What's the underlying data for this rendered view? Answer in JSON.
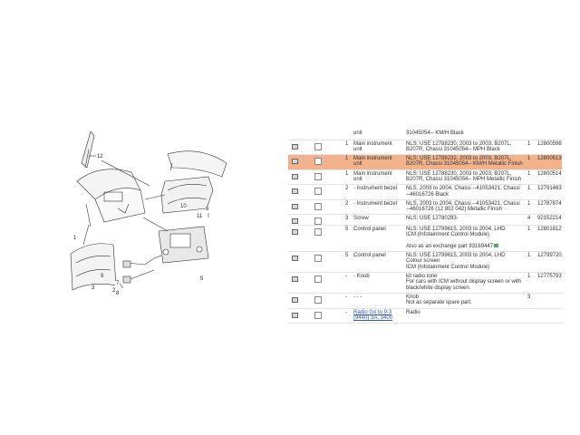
{
  "diagram": {
    "labels": [
      "12",
      "1",
      "10",
      "11",
      "6",
      "7",
      "8",
      "9",
      "3",
      "2",
      "5"
    ]
  },
  "rows": [
    {
      "pos": "",
      "desc": [
        "unit"
      ],
      "note": [
        "31045054-- KM/H Black"
      ],
      "qty": "",
      "part_no": "",
      "hl": false,
      "chk": false,
      "info": false
    },
    {
      "pos": "1",
      "desc": [
        "Main instrument",
        "unit"
      ],
      "note": [
        "NLS: USE 12788230, 2003 to 2003, B207L,",
        "B207R, Chassi 31045054-- MPH Black"
      ],
      "qty": "1",
      "part_no": "12800598",
      "hl": false,
      "chk": true,
      "info": true
    },
    {
      "pos": "1",
      "desc": [
        "Main instrument",
        "unit"
      ],
      "note": [
        "NLS: USE 12788232, 2003 to 2003, B207L,",
        "B207R, Chassi 31045054-- KM/H Metallic Finish"
      ],
      "qty": "1",
      "part_no": "12800513",
      "hl": true,
      "chk": true,
      "info": true
    },
    {
      "pos": "1",
      "desc": [
        "Main instrument",
        "unit"
      ],
      "note": [
        "NLS: USE 12788230, 2003 to 2003, B207L,",
        "B207R, Chassi 31045054-- MPH Metallic Finish"
      ],
      "qty": "1",
      "part_no": "12800514",
      "hl": false,
      "chk": true,
      "info": true
    },
    {
      "pos": "2",
      "desc": [
        "- Instrument bezel"
      ],
      "note": [
        "NLS, 2003 to 2004, Chassi --41053421, Chassi",
        "--46016726 Black"
      ],
      "qty": "1",
      "part_no": "12791463",
      "hl": false,
      "chk": true,
      "info": true
    },
    {
      "pos": "2",
      "desc": [
        "- Instrument bezel"
      ],
      "note": [
        "NLS, 2003 to 2004, Chassi --41053421, Chassi",
        "--46016726 (12 802 042) Metallic Finish"
      ],
      "qty": "1",
      "part_no": "12787874",
      "hl": false,
      "chk": true,
      "info": true
    },
    {
      "pos": "3",
      "desc": [
        "Screw"
      ],
      "note": [
        "NLS: USE 12780283-"
      ],
      "qty": "4",
      "part_no": "92152214",
      "hl": false,
      "chk": true,
      "info": true
    },
    {
      "pos": "5",
      "desc": [
        "Control panel"
      ],
      "note": [
        "NLS: USE 12799615, 2003 to 2004, LHD",
        "ICM (Infotainment Control Module)",
        "",
        "Also as an exchange part 93169447"
      ],
      "qty": "1",
      "part_no": "12801812",
      "hl": false,
      "chk": true,
      "info": true,
      "green_icon": true
    },
    {
      "pos": "5",
      "desc": [
        "Control panel"
      ],
      "note": [
        "NLS: USE 12799615, 2003 to 2004, LHD",
        "Colour screen",
        "ICM (Infotainment Control Module)"
      ],
      "qty": "1",
      "part_no": "12799720",
      "hl": false,
      "chk": true,
      "info": true
    },
    {
      "pos": "-",
      "desc": [
        "- Knob"
      ],
      "note": [
        "kit radio tone",
        "For cars with ICM without display screen or with",
        "black/white display screen."
      ],
      "qty": "1",
      "part_no": "12775793",
      "hl": false,
      "chk": true,
      "info": true
    },
    {
      "pos": "-",
      "desc": [
        "- - -"
      ],
      "note": [
        "Knob",
        "Not as separate spare part."
      ],
      "qty": "3",
      "part_no": "",
      "hl": false,
      "chk": true,
      "info": true
    },
    {
      "pos": "-",
      "desc": [
        "Radio Go to 9-3",
        "(9440) 3A, 3400"
      ],
      "note": [
        "Radio"
      ],
      "qty": "",
      "part_no": "",
      "hl": false,
      "chk": true,
      "info": true,
      "link": true
    }
  ]
}
